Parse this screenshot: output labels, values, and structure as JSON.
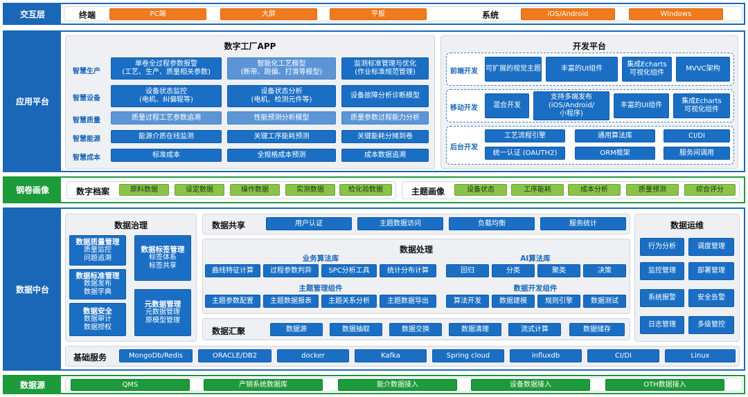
{
  "interaction": {
    "label": "交互层",
    "terminal_label": "终端",
    "terminals": [
      "PC端",
      "大屏",
      "平板"
    ],
    "system_label": "系统",
    "systems": [
      "iOS/Android",
      "Windows"
    ]
  },
  "application": {
    "label": "应用平台",
    "app_title": "数字工厂APP",
    "rows": [
      {
        "label": "智慧生产",
        "items": [
          "单卷全过程参数报警\n(工艺、生产、质量相关参数)",
          "智能化工艺模型\n(断带、跑偏、打滑等模型)",
          "监测标准管理与优化\n(作业标准规范管理)"
        ]
      },
      {
        "label": "智慧设备",
        "items": [
          "设备状态监控\n(电机、纠偏辊等)",
          "设备状态分析\n(电机、检测元件等)",
          "设备故障分析诊断模型"
        ]
      },
      {
        "label": "智慧质量",
        "items": [
          "质量过程工艺参数追溯",
          "性能预测分析模型",
          "质量参数过程能力分析"
        ]
      },
      {
        "label": "智慧能源",
        "items": [
          "能源介质在线监测",
          "关键工序能耗预测",
          "关键能耗分摊到卷"
        ]
      },
      {
        "label": "智慧成本",
        "items": [
          "标准成本",
          "全规格成本预测",
          "成本数据追溯"
        ]
      }
    ],
    "dev_title": "开发平台",
    "dev_groups": [
      {
        "label": "前端开发",
        "items": [
          "可扩展的视觉主题",
          "丰富的UI组件",
          "集成Echarts\n可视化组件",
          "MVVC架构"
        ]
      },
      {
        "label": "移动开发",
        "items": [
          "混合开发",
          "支持多端发布\n(iOS/Android/\n小程序)",
          "丰富的UI组件",
          "集成Echarts\n可视化组件"
        ]
      },
      {
        "label": "后台开发",
        "items": [
          "工艺流程引擎",
          "通用算法库",
          "CI/DI",
          "统一认证 (OAUTH2)",
          "ORM框架",
          "服务间调用"
        ]
      }
    ]
  },
  "profile": {
    "label": "钢卷画像",
    "archive_label": "数字档案",
    "archive_items": [
      "原料数据",
      "设定数据",
      "操作数据",
      "实测数据",
      "检化验数据"
    ],
    "theme_label": "主题画像",
    "theme_items": [
      "设备状态",
      "工序能耗",
      "成本分析",
      "质量预测",
      "综合评分"
    ]
  },
  "middle": {
    "label": "数据中台",
    "governance": {
      "title": "数据治理",
      "blocks": [
        {
          "title": "数据质量管理",
          "lines": [
            "质量监控",
            "问题追溯"
          ]
        },
        {
          "title": "数据标准管理",
          "lines": [
            "数据发布",
            "数据字典"
          ]
        },
        {
          "title": "数据安全",
          "lines": [
            "数据审计",
            "数据授权"
          ]
        },
        {
          "title": "数据标签管理",
          "lines": [
            "标签体系",
            "标签共享"
          ]
        },
        {
          "title": "元数据管理",
          "lines": [
            "元数据管理",
            "原模型管理"
          ]
        }
      ]
    },
    "sharing": {
      "title": "数据共享",
      "items": [
        "用户认证",
        "主题数据访问",
        "负载均衡",
        "服务统计"
      ]
    },
    "processing": {
      "title": "数据处理",
      "biz_title": "业务算法库",
      "biz_items": [
        "曲线特征计算",
        "过程参数判异",
        "SPC分析工具",
        "统计分布计算"
      ],
      "ai_title": "AI算法库",
      "ai_items": [
        "回归",
        "分类",
        "聚类",
        "决策"
      ],
      "topic_title": "主题管理组件",
      "topic_items": [
        "主题参数配置",
        "主题数据报表",
        "主题关系分析",
        "主题数据导出"
      ],
      "dev_title": "数据开发组件",
      "dev_items": [
        "算法开发",
        "数据建模",
        "规则引擎",
        "数据测试"
      ]
    },
    "gathering": {
      "title": "数据汇聚",
      "items": [
        "数据源",
        "数据抽取",
        "数据交换",
        "数据清理",
        "流式计算",
        "数据储存"
      ]
    },
    "ops": {
      "title": "数据运维",
      "items": [
        "行为分析",
        "调度管理",
        "监控管理",
        "部署管理",
        "系统报警",
        "安全告警",
        "日志管理",
        "多级管控"
      ]
    },
    "basic": {
      "title": "基础服务",
      "items": [
        "MongoDb/Redis",
        "ORACLE/DB2",
        "docker",
        "Kafka",
        "Spring cloud",
        "influxdb",
        "CI/DI",
        "Linux"
      ]
    }
  },
  "source": {
    "label": "数据源",
    "items": [
      "QMS",
      "产销系统数据库",
      "能介数据接入",
      "设备数据接入",
      "OTH数据接入"
    ]
  }
}
